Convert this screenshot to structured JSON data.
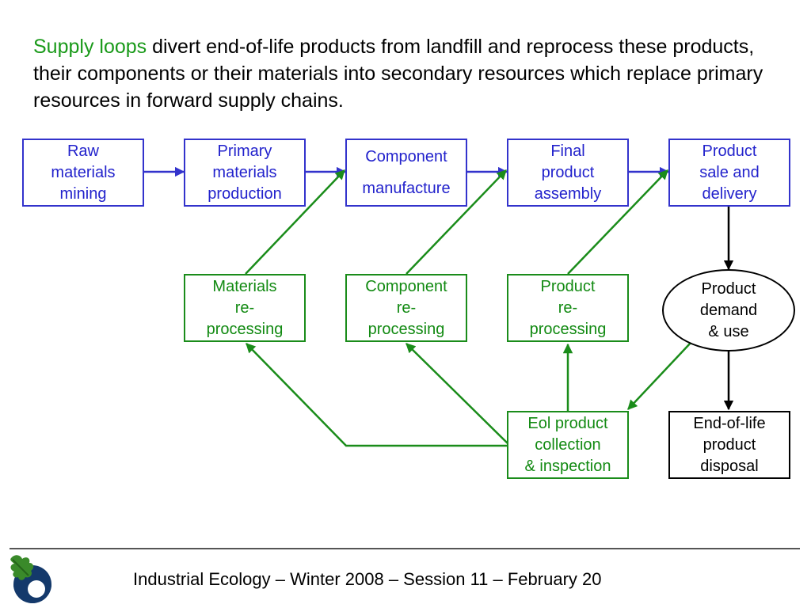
{
  "intro": {
    "highlight": "Supply loops",
    "text": " divert end-of-life products from landfill and reprocess these products, their components or their materials into secondary resources which replace primary resources in forward supply chains."
  },
  "forward_chain": [
    {
      "id": "raw-materials-mining",
      "lines": [
        "Raw",
        "materials",
        "mining"
      ]
    },
    {
      "id": "primary-materials-production",
      "lines": [
        "Primary",
        "materials",
        "production"
      ]
    },
    {
      "id": "component-manufacture",
      "lines": [
        "Component",
        "manufacture"
      ]
    },
    {
      "id": "final-product-assembly",
      "lines": [
        "Final",
        "product",
        "assembly"
      ]
    },
    {
      "id": "product-sale-delivery",
      "lines": [
        "Product",
        "sale and",
        "delivery"
      ]
    }
  ],
  "reprocessing": [
    {
      "id": "materials-reprocessing",
      "lines": [
        "Materials",
        "re-",
        "processing"
      ]
    },
    {
      "id": "component-reprocessing",
      "lines": [
        "Component",
        "re-",
        "processing"
      ]
    },
    {
      "id": "product-reprocessing",
      "lines": [
        "Product",
        "re-",
        "processing"
      ]
    }
  ],
  "demand": {
    "lines": [
      "Product",
      "demand",
      "& use"
    ]
  },
  "collection": {
    "lines": [
      "Eol product",
      "collection",
      "& inspection"
    ]
  },
  "disposal": {
    "lines": [
      "End-of-life",
      "product",
      "disposal"
    ]
  },
  "footer": "Industrial Ecology – Winter 2008 – Session 11 – February 20",
  "colors": {
    "forward": "#3333cc",
    "loop": "#1a8c1a",
    "neutral": "#000000",
    "highlight": "#1a9a1a"
  },
  "logo": {
    "icon": "oak-leaf-globe-icon"
  }
}
